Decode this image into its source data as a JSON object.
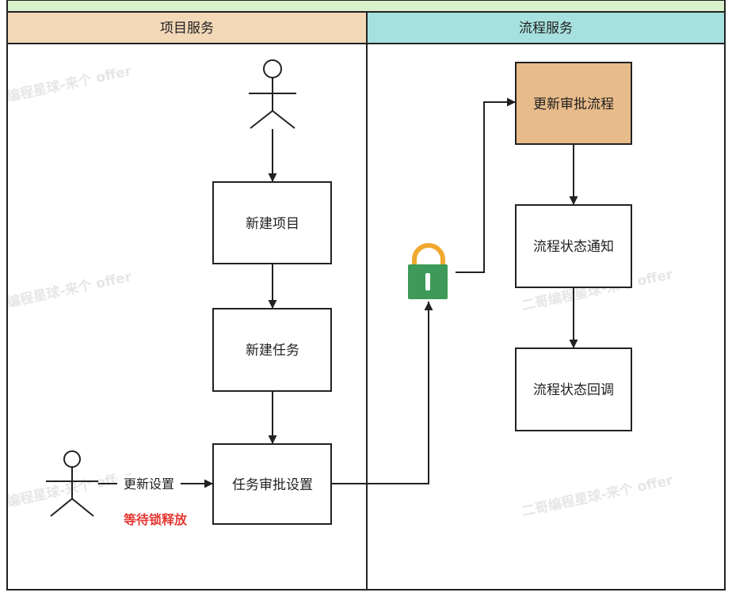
{
  "lanes": {
    "left_title": "项目服务",
    "right_title": "流程服务"
  },
  "nodes": {
    "new_project": "新建项目",
    "new_task": "新建任务",
    "task_approval_setting": "任务审批设置",
    "update_approval_flow": "更新审批流程",
    "flow_status_notify": "流程状态通知",
    "flow_status_callback": "流程状态回调"
  },
  "edges": {
    "update_setting": "更新设置",
    "waiting_lock_release": "等待锁释放"
  },
  "watermarks": {
    "partial_1": "编程星球-来个 offer",
    "partial_2": "编程星球-来个 offer",
    "partial_3": "编程星球-来个 offer",
    "full_1": "二哥编程星球-来个 offer",
    "full_2": "二哥编程星球-来个 offer"
  },
  "colors": {
    "header_green": "#d9f2cb",
    "lane_left": "#f3d8b8",
    "lane_right": "#a7e1df",
    "highlight_box": "#e8bb8a",
    "lock_body": "#3d9a58",
    "lock_shackle": "#f0a82e",
    "warning_text": "#e53935"
  }
}
